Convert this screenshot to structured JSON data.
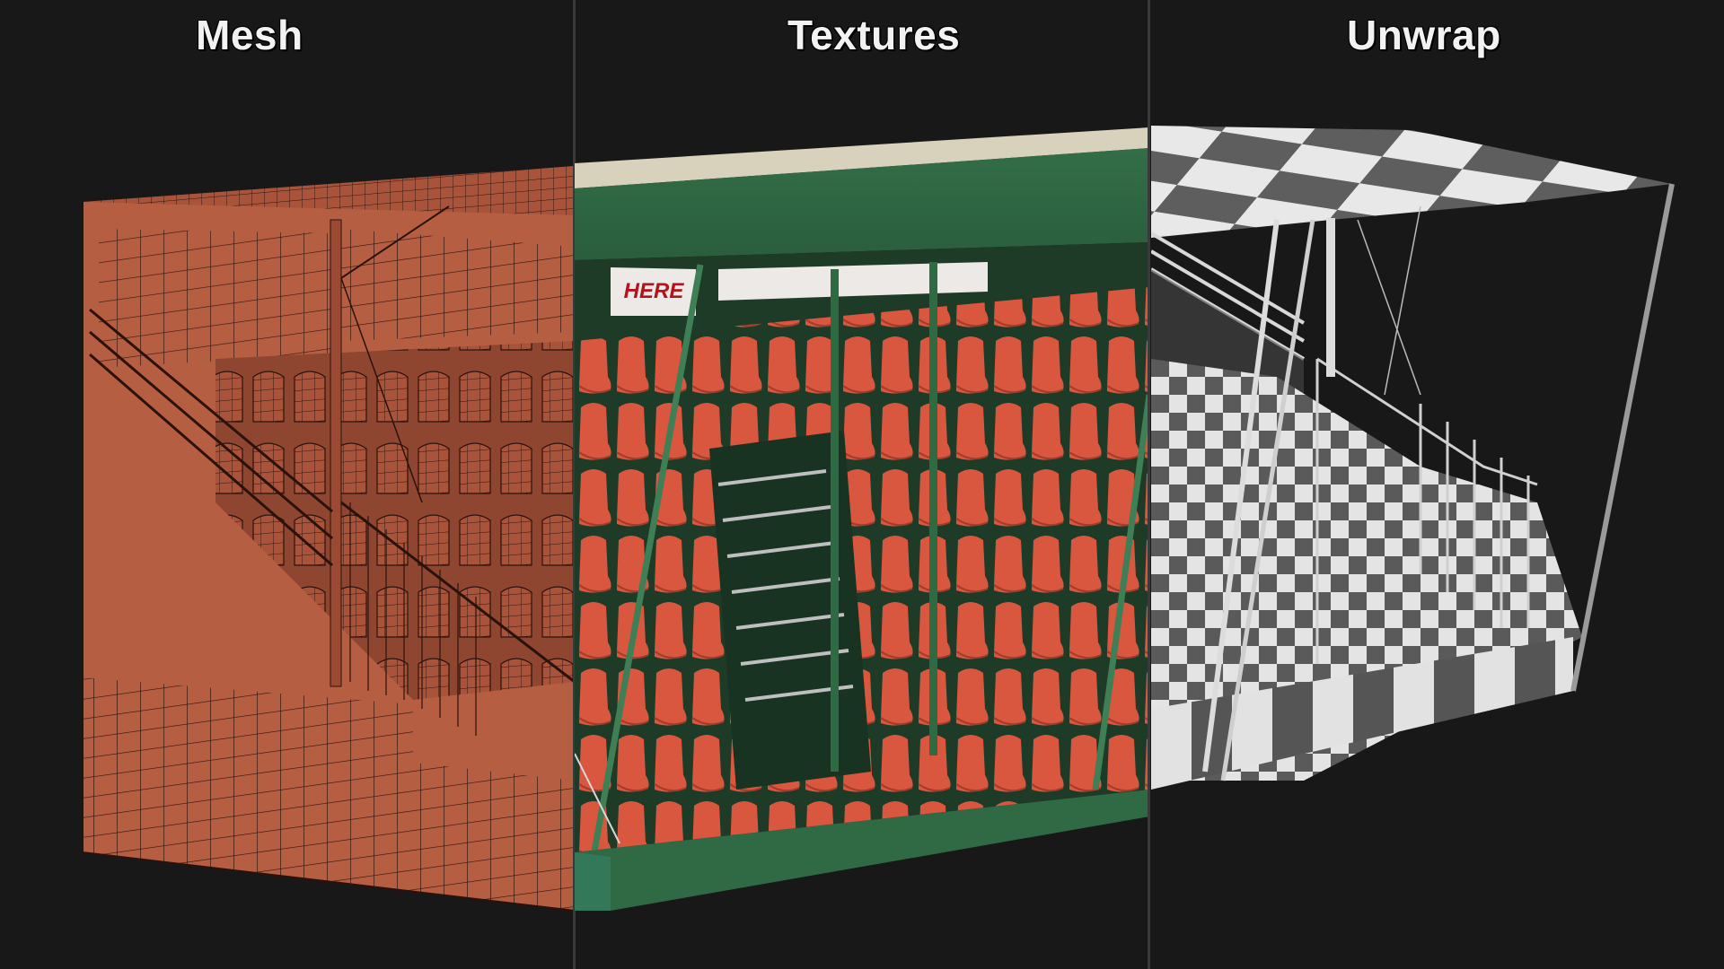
{
  "panels": [
    {
      "id": "mesh",
      "title": "Mesh",
      "colors": {
        "surface": "#b65e42",
        "wire": "#2a120b"
      }
    },
    {
      "id": "textures",
      "title": "Textures",
      "sign_text": "HERE",
      "colors": {
        "structure": "#2f6a45",
        "roof_top": "#d8d2bd",
        "seat": "#d9563f",
        "sign_bg": "#ece9e6",
        "sign_text": "#b3141c"
      }
    },
    {
      "id": "unwrap",
      "title": "Unwrap",
      "colors": {
        "light": "#e4e4e4",
        "dark": "#5a5a5a"
      }
    }
  ],
  "background": "#181818",
  "divider_color": "#3a3a3a"
}
